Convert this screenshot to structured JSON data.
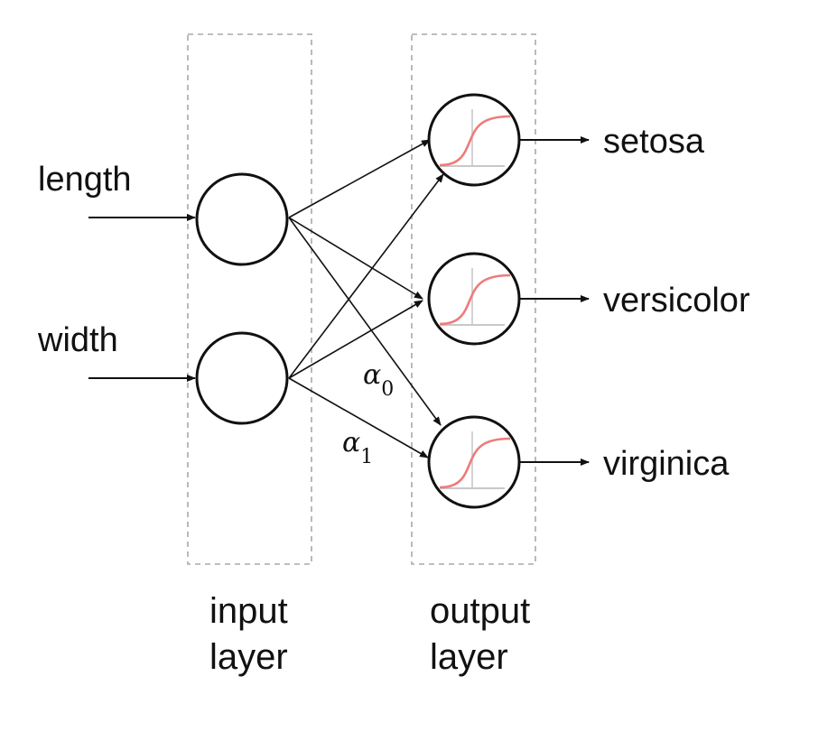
{
  "inputs": [
    {
      "label": "length"
    },
    {
      "label": "width"
    }
  ],
  "outputs": [
    {
      "label": "setosa"
    },
    {
      "label": "versicolor"
    },
    {
      "label": "virginica"
    }
  ],
  "layers": {
    "input": {
      "line1": "input",
      "line2": "layer"
    },
    "output": {
      "line1": "output",
      "line2": "layer"
    }
  },
  "weights": [
    {
      "symbol": "α",
      "subscript": "0"
    },
    {
      "symbol": "α",
      "subscript": "1"
    }
  ],
  "colors": {
    "stroke": "#111111",
    "dashed_box": "#a8a8a8",
    "sigmoid_curve": "#ee7b7b",
    "sigmoid_axes": "#c8c8c8"
  },
  "icons": {
    "output_node_glyph": "sigmoid-activation-icon"
  }
}
